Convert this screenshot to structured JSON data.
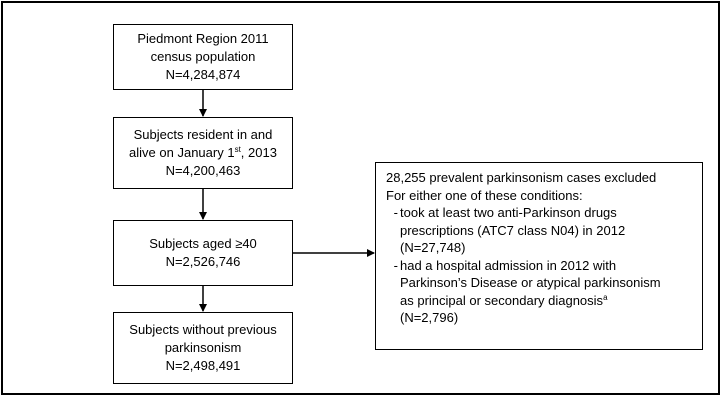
{
  "flow": {
    "box1": [
      "Piedmont Region 2011",
      "census population",
      "N=4,284,874"
    ],
    "box2": {
      "line1": "Subjects resident in and",
      "line2_pre": "alive on January 1",
      "line2_sup": "st",
      "line2_post": ", 2013",
      "line3": "N=4,200,463"
    },
    "box3": [
      "Subjects aged ≥40",
      "N=2,526,746"
    ],
    "box4": [
      "Subjects without previous",
      "parkinsonism",
      "N=2,498,491"
    ]
  },
  "exclusion": {
    "title": "28,255 prevalent parkinsonism cases excluded",
    "subtitle": "For either one of these conditions:",
    "criterion1": [
      "took at least two anti-Parkinson drugs",
      "prescriptions (ATC7 class N04) in 2012",
      "(N=27,748)"
    ],
    "criterion2": {
      "line1": "had a hospital admission in 2012 with",
      "line2": "Parkinson’s Disease or atypical parkinsonism",
      "line3": "as principal or secondary diagnosis",
      "line3_sup": "a",
      "line4": "(N=2,796)"
    },
    "bullet": "-"
  }
}
